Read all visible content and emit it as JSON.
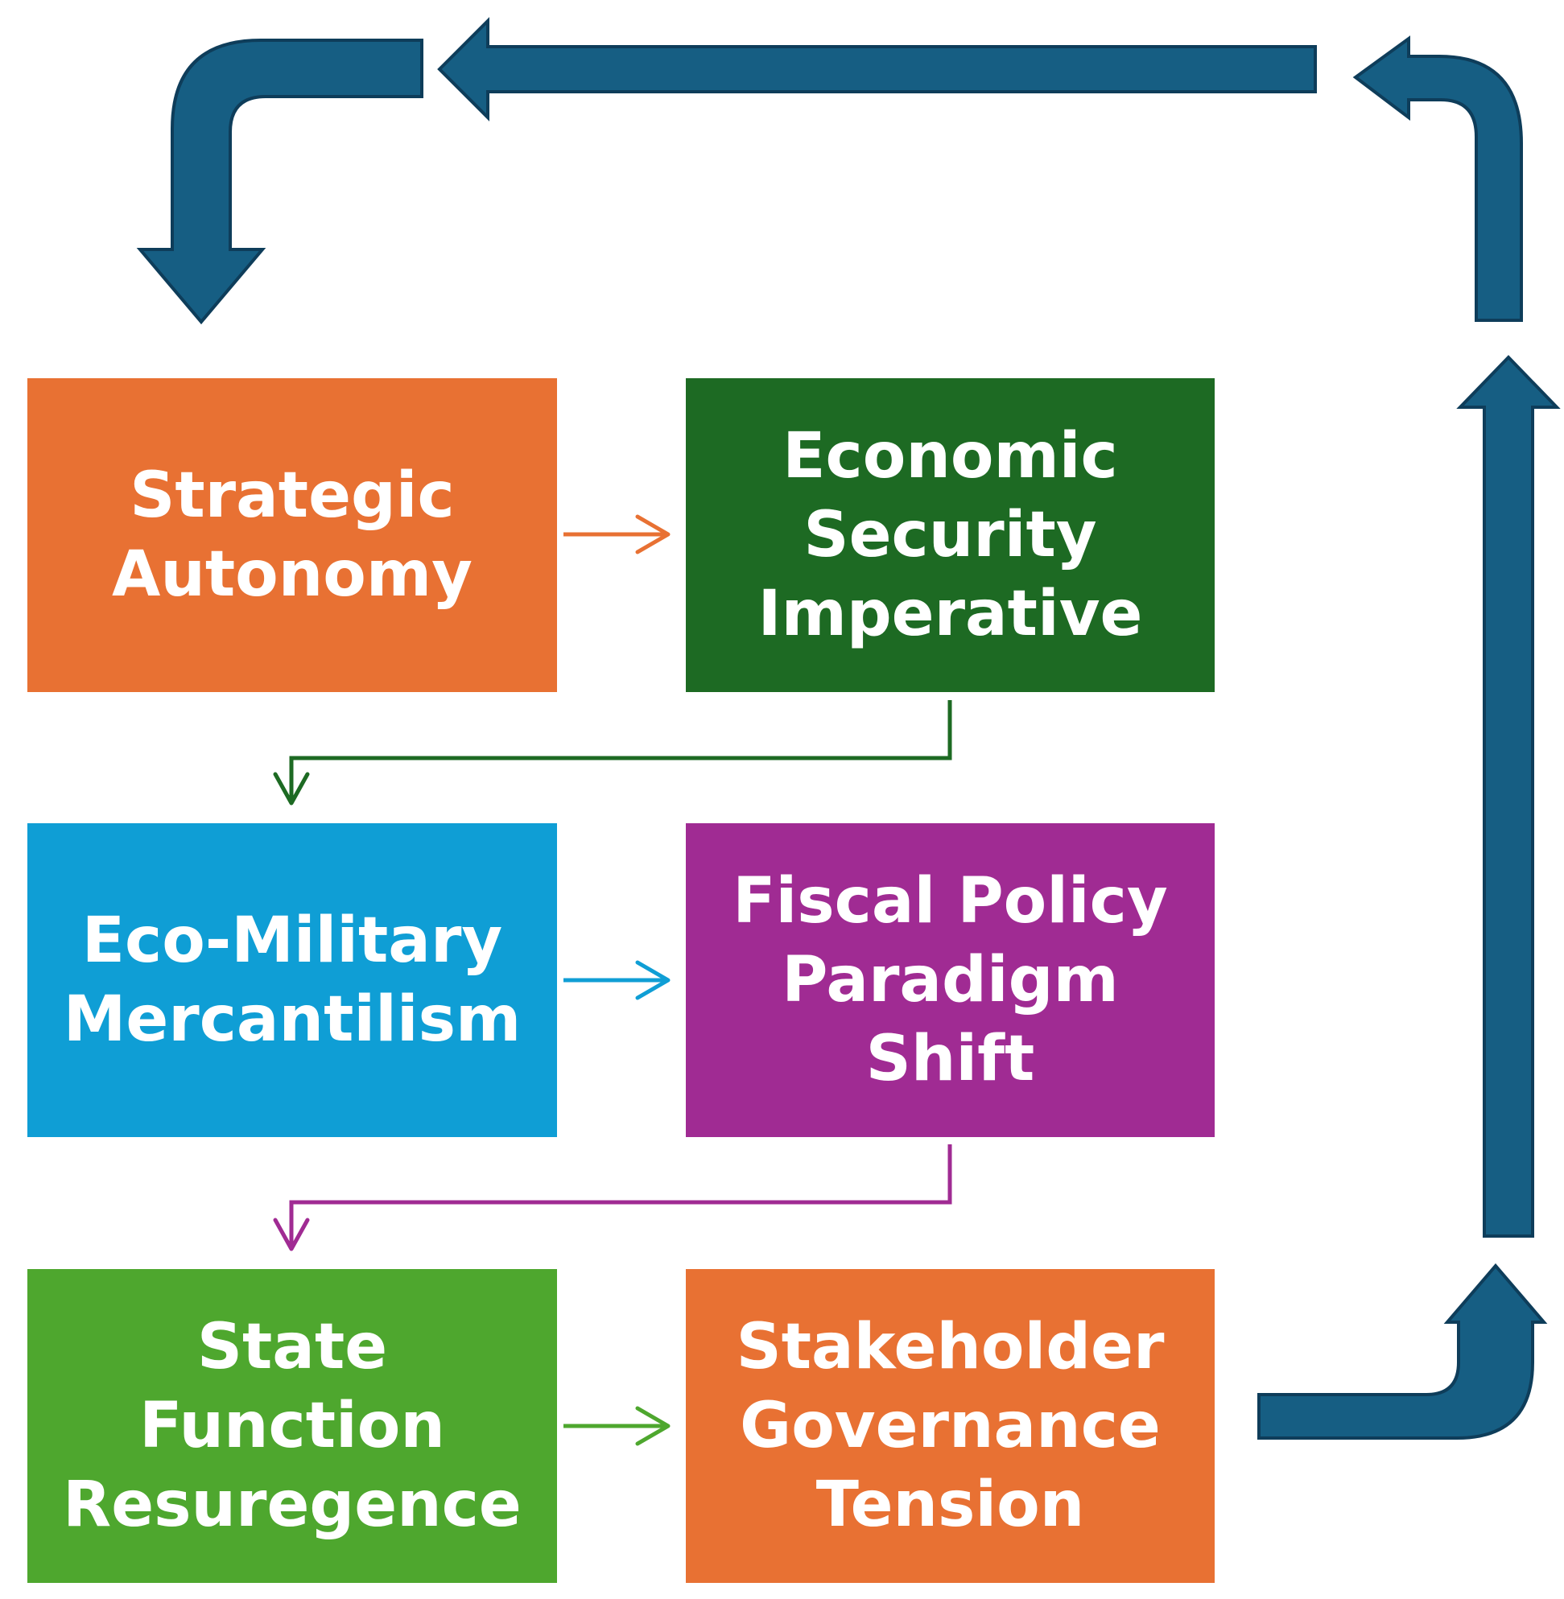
{
  "colors": {
    "orange": "#E87133",
    "dark_green": "#1D6A23",
    "blue": "#0F9ED5",
    "purple": "#A02B93",
    "green": "#4EA72E",
    "cycle_arrow": "#165E83",
    "cycle_arrow_outline": "#0E3D5A"
  },
  "nodes": {
    "strategic_autonomy": {
      "lines": [
        "Strategic",
        "Autonomy"
      ]
    },
    "economic_security": {
      "lines": [
        "Economic",
        "Security",
        "Imperative"
      ]
    },
    "eco_military": {
      "lines": [
        "Eco-Military",
        "Mercantilism"
      ]
    },
    "fiscal_policy": {
      "lines": [
        "Fiscal Policy",
        "Paradigm",
        "Shift"
      ]
    },
    "state_function": {
      "lines": [
        "State",
        "Function",
        "Resuregence"
      ]
    },
    "stakeholder": {
      "lines": [
        "Stakeholder",
        "Governance",
        "Tension"
      ]
    }
  },
  "connectors": [
    {
      "from": "strategic_autonomy",
      "to": "economic_security",
      "color": "orange"
    },
    {
      "from": "economic_security",
      "to": "eco_military",
      "color": "dark_green"
    },
    {
      "from": "eco_military",
      "to": "fiscal_policy",
      "color": "blue"
    },
    {
      "from": "fiscal_policy",
      "to": "state_function",
      "color": "purple"
    },
    {
      "from": "state_function",
      "to": "stakeholder",
      "color": "green"
    }
  ],
  "feedback_loop": {
    "from": "stakeholder",
    "to": "strategic_autonomy",
    "color": "cycle_arrow"
  }
}
